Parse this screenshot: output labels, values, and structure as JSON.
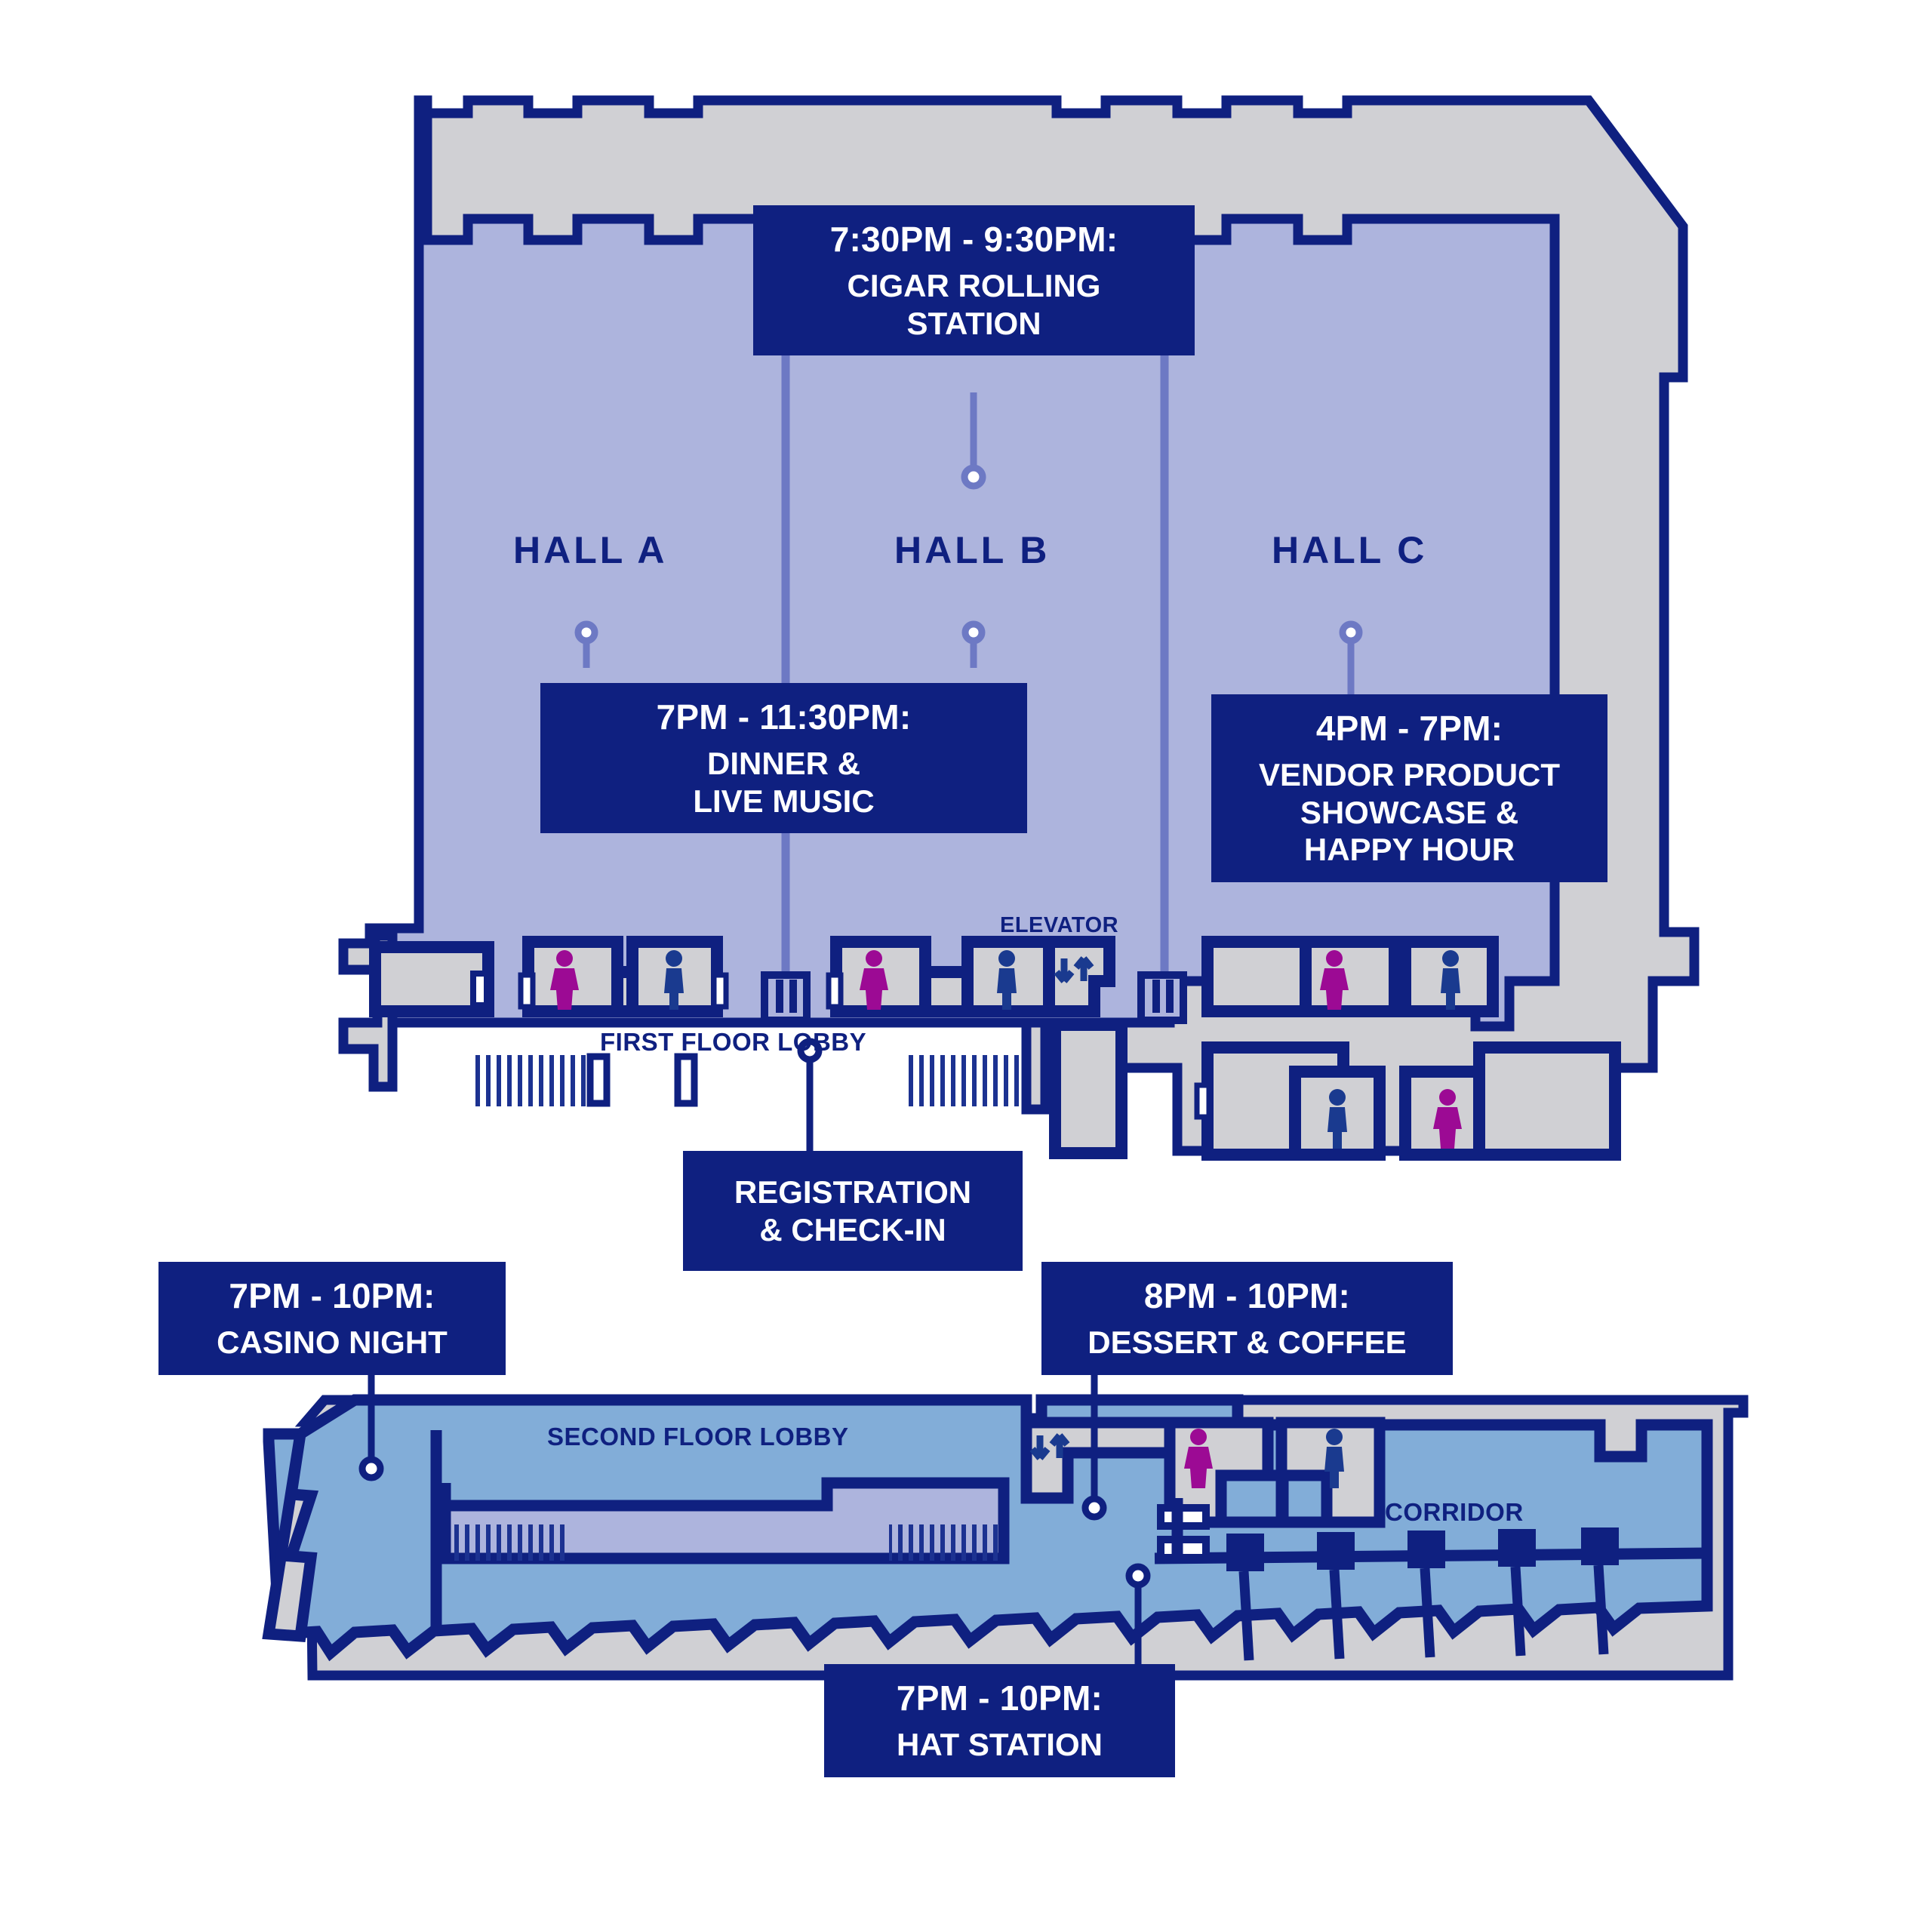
{
  "map": {
    "title": "Event Venue Floor Plan",
    "colors": {
      "outline": "#0f2080",
      "hall_fill": "#adb4dd",
      "service_fill": "#d0d0d4",
      "second_floor_fill": "#82add8",
      "second_lobby_fill": "#adb4dd",
      "restroom_female": "#9c0a94",
      "restroom_male": "#1a3a8f",
      "callout_bg": "#0f2080",
      "callout_text": "#ffffff"
    }
  },
  "floor_one": {
    "lobby_label": "FIRST FLOOR LOBBY",
    "elevator_label": "ELEVATOR",
    "halls": [
      {
        "name": "HALL A"
      },
      {
        "name": "HALL B"
      },
      {
        "name": "HALL C"
      }
    ]
  },
  "floor_two": {
    "lobby_label": "SECOND FLOOR LOBBY",
    "corridor_label": "CORRIDOR"
  },
  "callouts": [
    {
      "id": "cigar-rolling",
      "time": "7:30PM - 9:30PM:",
      "desc": "CIGAR ROLLING\nSTATION"
    },
    {
      "id": "dinner-live-music",
      "time": "7PM - 11:30PM:",
      "desc": "DINNER &\nLIVE MUSIC"
    },
    {
      "id": "vendor-showcase",
      "time": "4PM - 7PM:",
      "desc": "VENDOR PRODUCT\nSHOWCASE &\nHAPPY HOUR"
    },
    {
      "id": "registration",
      "time": "",
      "desc": "REGISTRATION\n& CHECK-IN"
    },
    {
      "id": "casino-night",
      "time": "7PM - 10PM:",
      "desc": "CASINO NIGHT"
    },
    {
      "id": "dessert-coffee",
      "time": "8PM - 10PM:",
      "desc": "DESSERT & COFFEE"
    },
    {
      "id": "hat-station",
      "time": "7PM - 10PM:",
      "desc": "HAT STATION"
    }
  ],
  "icons": {
    "female_restroom": "female-restroom-icon",
    "male_restroom": "male-restroom-icon",
    "elevator": "elevator-icon"
  }
}
